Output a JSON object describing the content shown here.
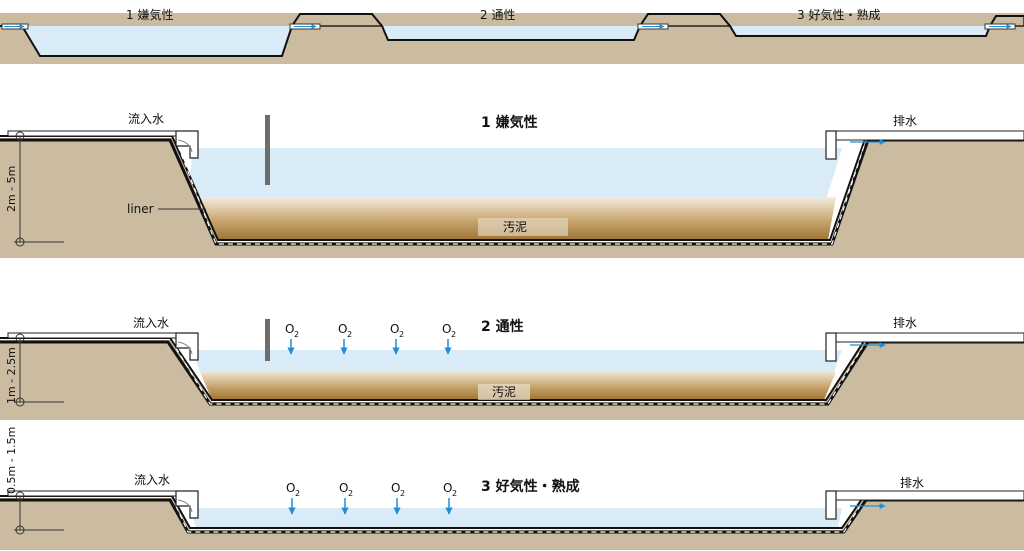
{
  "overview": {
    "labels": [
      "1 嫌気性",
      "2 通性",
      "3 好気性・熟成"
    ]
  },
  "sections": [
    {
      "title": "1 嫌気性",
      "inflow": "流入水",
      "outflow": "排水",
      "sludge": "汚泥",
      "liner": "liner",
      "depth": "2m - 5m"
    },
    {
      "title": "2 通性",
      "inflow": "流入水",
      "outflow": "排水",
      "sludge": "汚泥",
      "depth": "1m - 2.5m",
      "oxygen": "O",
      "oxygen_sub": "2"
    },
    {
      "title": "3 好気性・熟成",
      "inflow": "流入水",
      "outflow": "排水",
      "depth": "0.5m - 1.5m",
      "oxygen": "O",
      "oxygen_sub": "2"
    }
  ],
  "colors": {
    "soil": "#cbbba1",
    "water": "#d8ebf7",
    "sludge": "#a47a3c",
    "arrow": "#1f8fd6"
  }
}
